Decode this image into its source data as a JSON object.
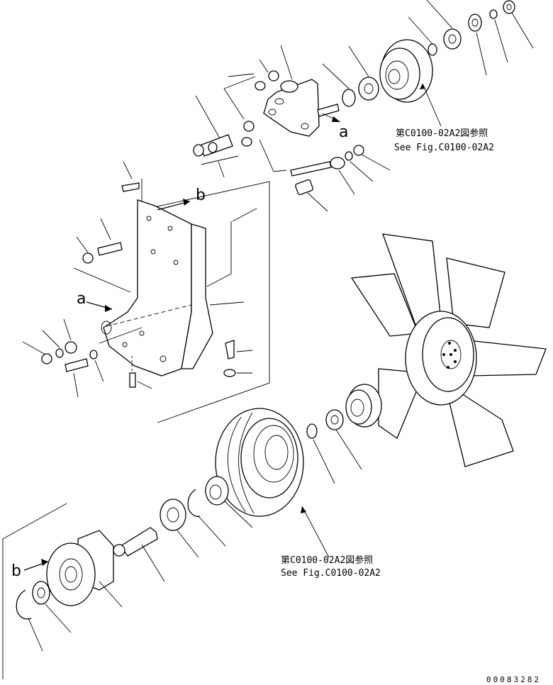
{
  "references": {
    "upper": {
      "jp": "第C0100-02A2図参照",
      "en": "See Fig.C0100-02A2"
    },
    "lower": {
      "jp": "第C0100-02A2図参照",
      "en": "See Fig.C0100-02A2"
    }
  },
  "markers": {
    "a": "a",
    "b": "b"
  },
  "drawing_number": "00083282"
}
